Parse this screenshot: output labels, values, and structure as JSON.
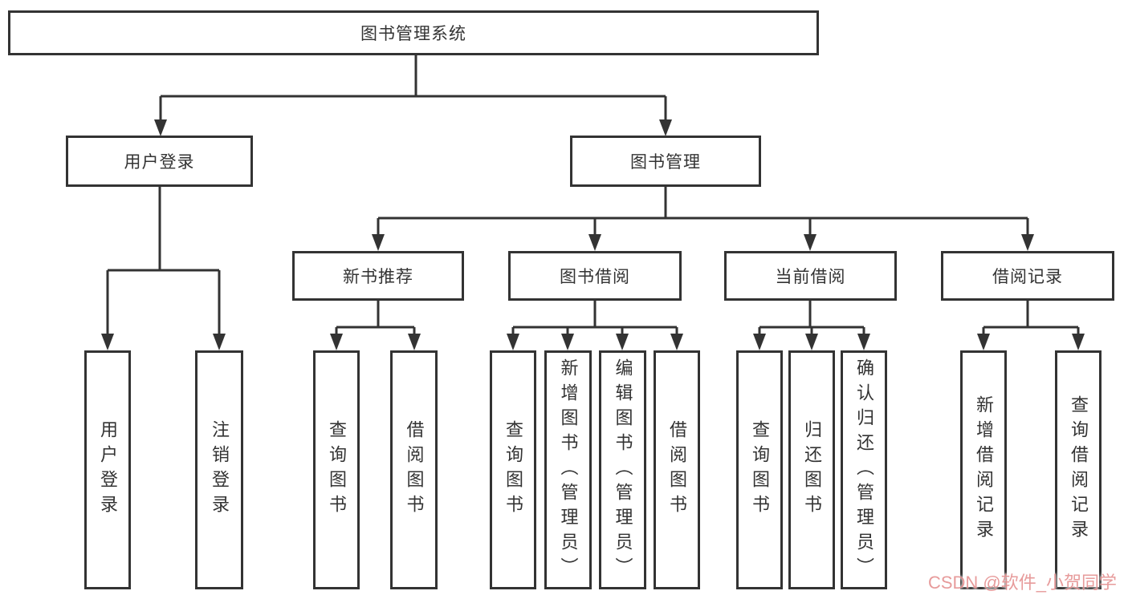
{
  "diagram": {
    "root": {
      "label": "图书管理系统",
      "children": [
        {
          "label": "用户登录",
          "children": [
            {
              "label": "用户登录"
            },
            {
              "label": "注销登录"
            }
          ]
        },
        {
          "label": "图书管理",
          "children": [
            {
              "label": "新书推荐",
              "children": [
                {
                  "label": "查询图书"
                },
                {
                  "label": "借阅图书"
                }
              ]
            },
            {
              "label": "图书借阅",
              "children": [
                {
                  "label": "查询图书"
                },
                {
                  "label": "新增图书（管理员）"
                },
                {
                  "label": "编辑图书（管理员）"
                },
                {
                  "label": "借阅图书"
                }
              ]
            },
            {
              "label": "当前借阅",
              "children": [
                {
                  "label": "查询图书"
                },
                {
                  "label": "归还图书"
                },
                {
                  "label": "确认归还（管理员）"
                }
              ]
            },
            {
              "label": "借阅记录",
              "children": [
                {
                  "label": "新增借阅记录"
                },
                {
                  "label": "查询借阅记录"
                }
              ]
            }
          ]
        }
      ]
    },
    "line_color": "#333333"
  },
  "watermark": {
    "text": "CSDN @软件_小贺同学"
  }
}
